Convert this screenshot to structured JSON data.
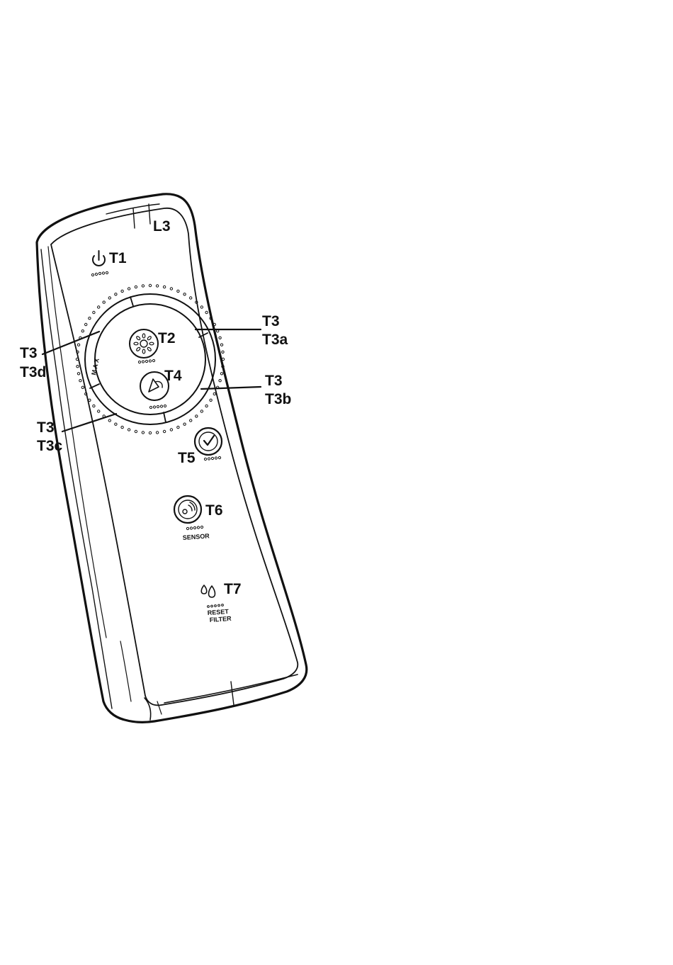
{
  "labels": {
    "l3": "L3",
    "t1": "T1",
    "t2": "T2",
    "t4": "T4",
    "t5": "T5",
    "t6": "T6",
    "t7": "T7",
    "t3a_top": "T3",
    "t3a_bottom": "T3a",
    "t3b_top": "T3",
    "t3b_bottom": "T3b",
    "t3c_top": "T3",
    "t3c_bottom": "T3c",
    "t3d_top": "T3",
    "t3d_bottom": "T3d"
  },
  "device_text": {
    "max": "MAX",
    "sensor": "SENSOR",
    "reset": "RESET",
    "filter": "FILTER"
  },
  "icons": {
    "t1": "power-icon",
    "t2": "light-icon",
    "t4": "fan-icon",
    "t5": "check-icon",
    "t6": "sensor-icon",
    "t7": "drops-icon"
  }
}
